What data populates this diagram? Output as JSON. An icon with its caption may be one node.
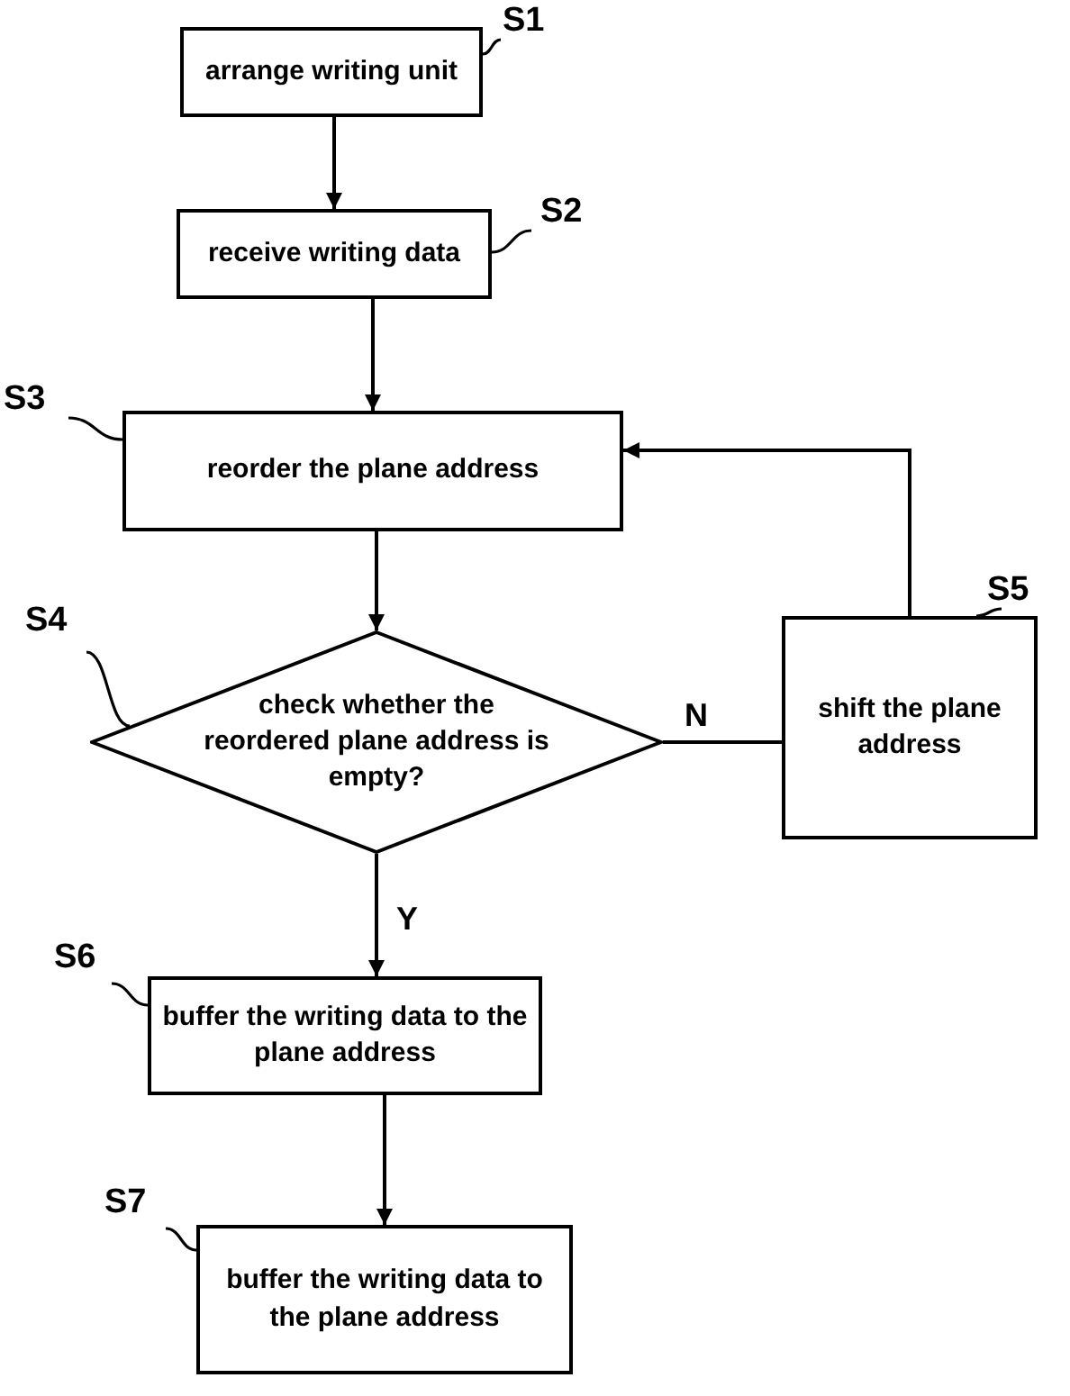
{
  "diagram": {
    "nodes": [
      {
        "text": [
          "arrange writing unit"
        ]
      },
      {
        "text": [
          "receive writing data"
        ]
      },
      {
        "text": [
          "reorder the plane address"
        ]
      },
      {
        "text": [
          "check whether the reordered plane address is empty?"
        ]
      },
      {
        "text": [
          "shift the plane address"
        ]
      },
      {
        "text": [
          "buffer the writing data to the plane address"
        ]
      },
      {
        "text": [
          "buffer the writing data to the plane address"
        ]
      },
      {
        "text": [
          "S1"
        ]
      },
      {
        "text": [
          "S2"
        ]
      },
      {
        "text": [
          "S3"
        ]
      },
      {
        "text": [
          "S4"
        ]
      },
      {
        "text": [
          "S5"
        ]
      },
      {
        "text": [
          "S6"
        ]
      },
      {
        "text": [
          "S7"
        ]
      }
    ],
    "edges": [
      {
        "from": 0,
        "to": 1,
        "arrow": "to"
      },
      {
        "from": 1,
        "to": 2,
        "arrow": "to"
      },
      {
        "from": 2,
        "to": 3,
        "arrow": "to"
      },
      {
        "from": 3,
        "to": 4,
        "arrow": "none",
        "label": "N"
      },
      {
        "from": 4,
        "to": 2,
        "arrow": "to"
      },
      {
        "from": 3,
        "to": 5,
        "arrow": "to",
        "label": "Y"
      },
      {
        "from": 5,
        "to": 6,
        "arrow": "to"
      },
      {
        "from": 7,
        "to": 0,
        "arrow": "none"
      },
      {
        "from": 8,
        "to": 1,
        "arrow": "none"
      },
      {
        "from": 9,
        "to": 2,
        "arrow": "none"
      },
      {
        "from": 10,
        "to": 3,
        "arrow": "none"
      },
      {
        "from": 11,
        "to": 4,
        "arrow": "none"
      },
      {
        "from": 12,
        "to": 5,
        "arrow": "none"
      },
      {
        "from": 13,
        "to": 6,
        "arrow": "none"
      }
    ]
  }
}
